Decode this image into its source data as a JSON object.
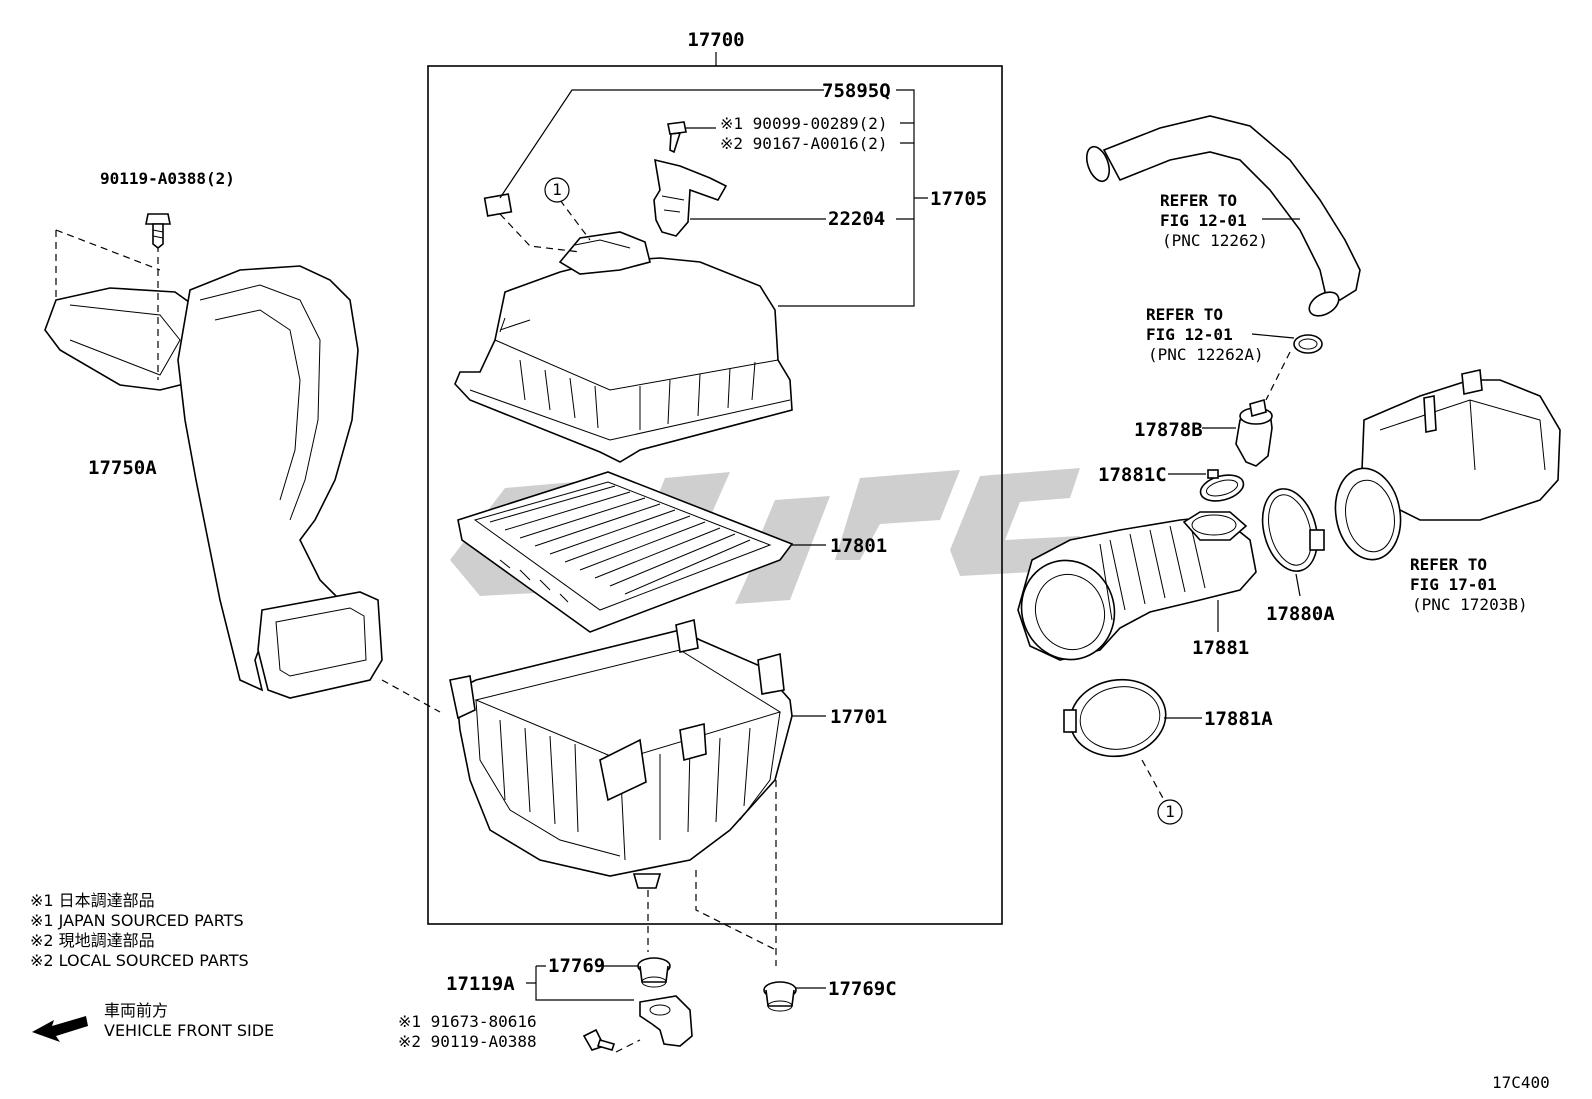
{
  "labels": {
    "assembly_main": "17700",
    "cap_label": "75895Q",
    "screw_1": "※1 90099-00289(2)",
    "screw_2": "※2 90167-A0016(2)",
    "cap_assy": "17705",
    "sensor": "22204",
    "bolt_left": "90119-A0388(2)",
    "inlet_duct": "17750A",
    "filter_element": "17801",
    "case": "17701",
    "drain_assy": "17119A",
    "drain_valve": "17769",
    "drain_valve_c": "17769C",
    "bolt_bottom_1": "※1 91673-80616",
    "bolt_bottom_2": "※2 90119-A0388",
    "hose_grommet": "17878B",
    "clamp_small": "17881C",
    "clamp_a": "17880A",
    "hose": "17881",
    "clamp_b": "17881A",
    "circle_ref": "1",
    "diagram_code": "17C400"
  },
  "refs": [
    {
      "line1": "REFER TO",
      "line2": "FIG 12-01",
      "line3": "(PNC 12262)"
    },
    {
      "line1": "REFER TO",
      "line2": "FIG 12-01",
      "line3": "(PNC 12262A)"
    },
    {
      "line1": "REFER TO",
      "line2": "FIG 17-01",
      "line3": "(PNC 17203B)"
    }
  ],
  "legend": {
    "line1": "※1  日本調達部品",
    "line2": "※1  JAPAN SOURCED PARTS",
    "line3": "※2  現地調達部品",
    "line4": "※2  LOCAL SOURCED PARTS",
    "dir_jp": "車両前方",
    "dir_en": "VEHICLE FRONT SIDE"
  },
  "watermark_color": "#cfcfcf"
}
